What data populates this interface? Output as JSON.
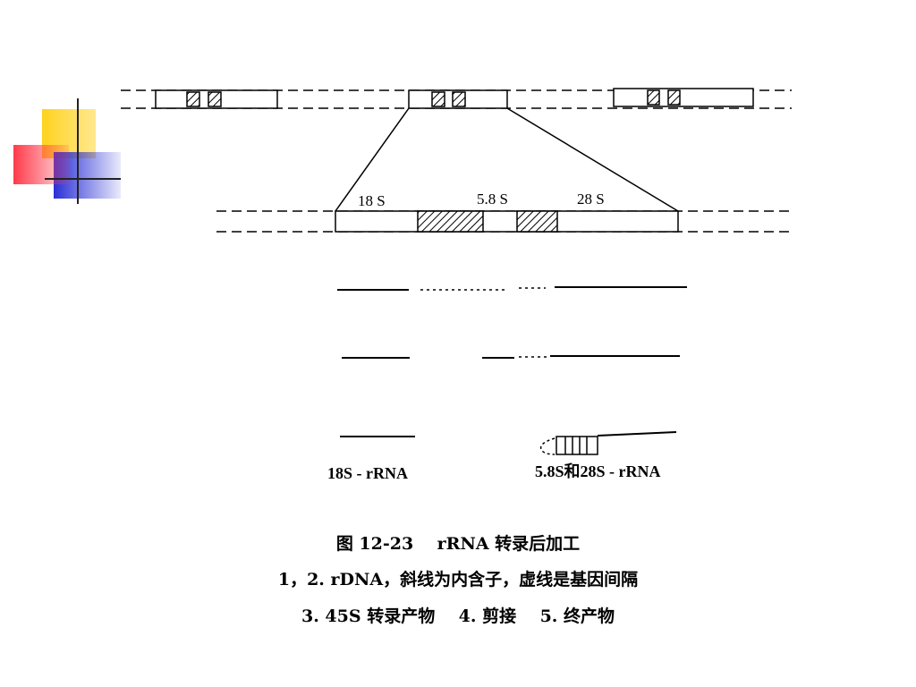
{
  "segments": [
    {
      "id": "18s",
      "label": "18 S"
    },
    {
      "id": "5_8s",
      "label": "5.8 S"
    },
    {
      "id": "28s",
      "label": "28 S"
    }
  ],
  "products": {
    "left": "18S - rRNA",
    "right": "5.8S和28S - rRNA"
  },
  "caption": {
    "line1": "图 12-23    rRNA 转录后加工",
    "line2": "1，2. rDNA，斜线为内含子，虚线是基因间隔",
    "line3": "3. 45S 转录产物    4. 剪接    5. 终产物"
  },
  "colors": {
    "logo_yellow": "#ffd21e",
    "logo_red": "#ff3a4a",
    "logo_blue": "#2a2fd6",
    "ink": "#000000"
  }
}
